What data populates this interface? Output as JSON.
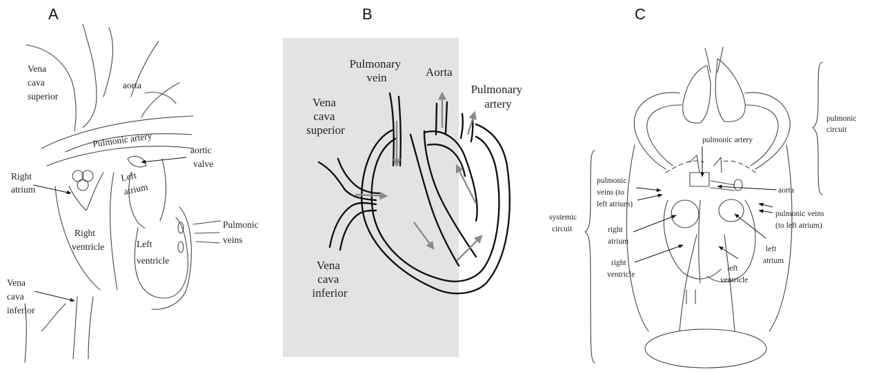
{
  "panels": {
    "a": {
      "letter": "A",
      "labels": {
        "vena_cava_superior": [
          "Vena",
          "cava",
          "superior"
        ],
        "aorta": "aorta",
        "pulmonic_artery": "Pulmonic artery",
        "aortic_valve": [
          "aortic",
          "valve"
        ],
        "right_atrium": [
          "Right",
          "atrium"
        ],
        "left_atrium": [
          "Left",
          "atrium"
        ],
        "right_ventricle": [
          "Right",
          "ventricle"
        ],
        "left_ventricle": [
          "Left",
          "ventricle"
        ],
        "pulmonic_veins": [
          "Pulmonic",
          "veins"
        ],
        "vena_cava_inferior": [
          "Vena",
          "cava",
          "inferior"
        ]
      }
    },
    "b": {
      "letter": "B",
      "background": "#e3e3e3",
      "labels": {
        "pulmonary_vein": [
          "Pulmonary",
          "vein"
        ],
        "aorta": "Aorta",
        "pulmonary_artery": [
          "Pulmonary",
          "artery"
        ],
        "vena_cava_superior": [
          "Vena",
          "cava",
          "superior"
        ],
        "vena_cava_inferior": [
          "Vena",
          "cava",
          "inferior"
        ]
      }
    },
    "c": {
      "letter": "C",
      "labels": {
        "pulmonic_circuit": [
          "pulmonic",
          "circuit"
        ],
        "pulmonic_artery": "pulmonic artery",
        "pulmonic_veins_left": [
          "pulmonic",
          "veins (to",
          "left atrium)"
        ],
        "aorta": "aorta",
        "pulmonic_veins_right": [
          "pulmonic veins",
          "(to left atrium)"
        ],
        "systemic_circuit": [
          "systemic",
          "circuit"
        ],
        "right_atrium": [
          "right",
          "atrium"
        ],
        "right_ventricle": [
          "right",
          "ventricle"
        ],
        "left_atrium": [
          "left",
          "atrium"
        ],
        "left_ventricle": [
          "left",
          "ventricle"
        ]
      }
    }
  }
}
